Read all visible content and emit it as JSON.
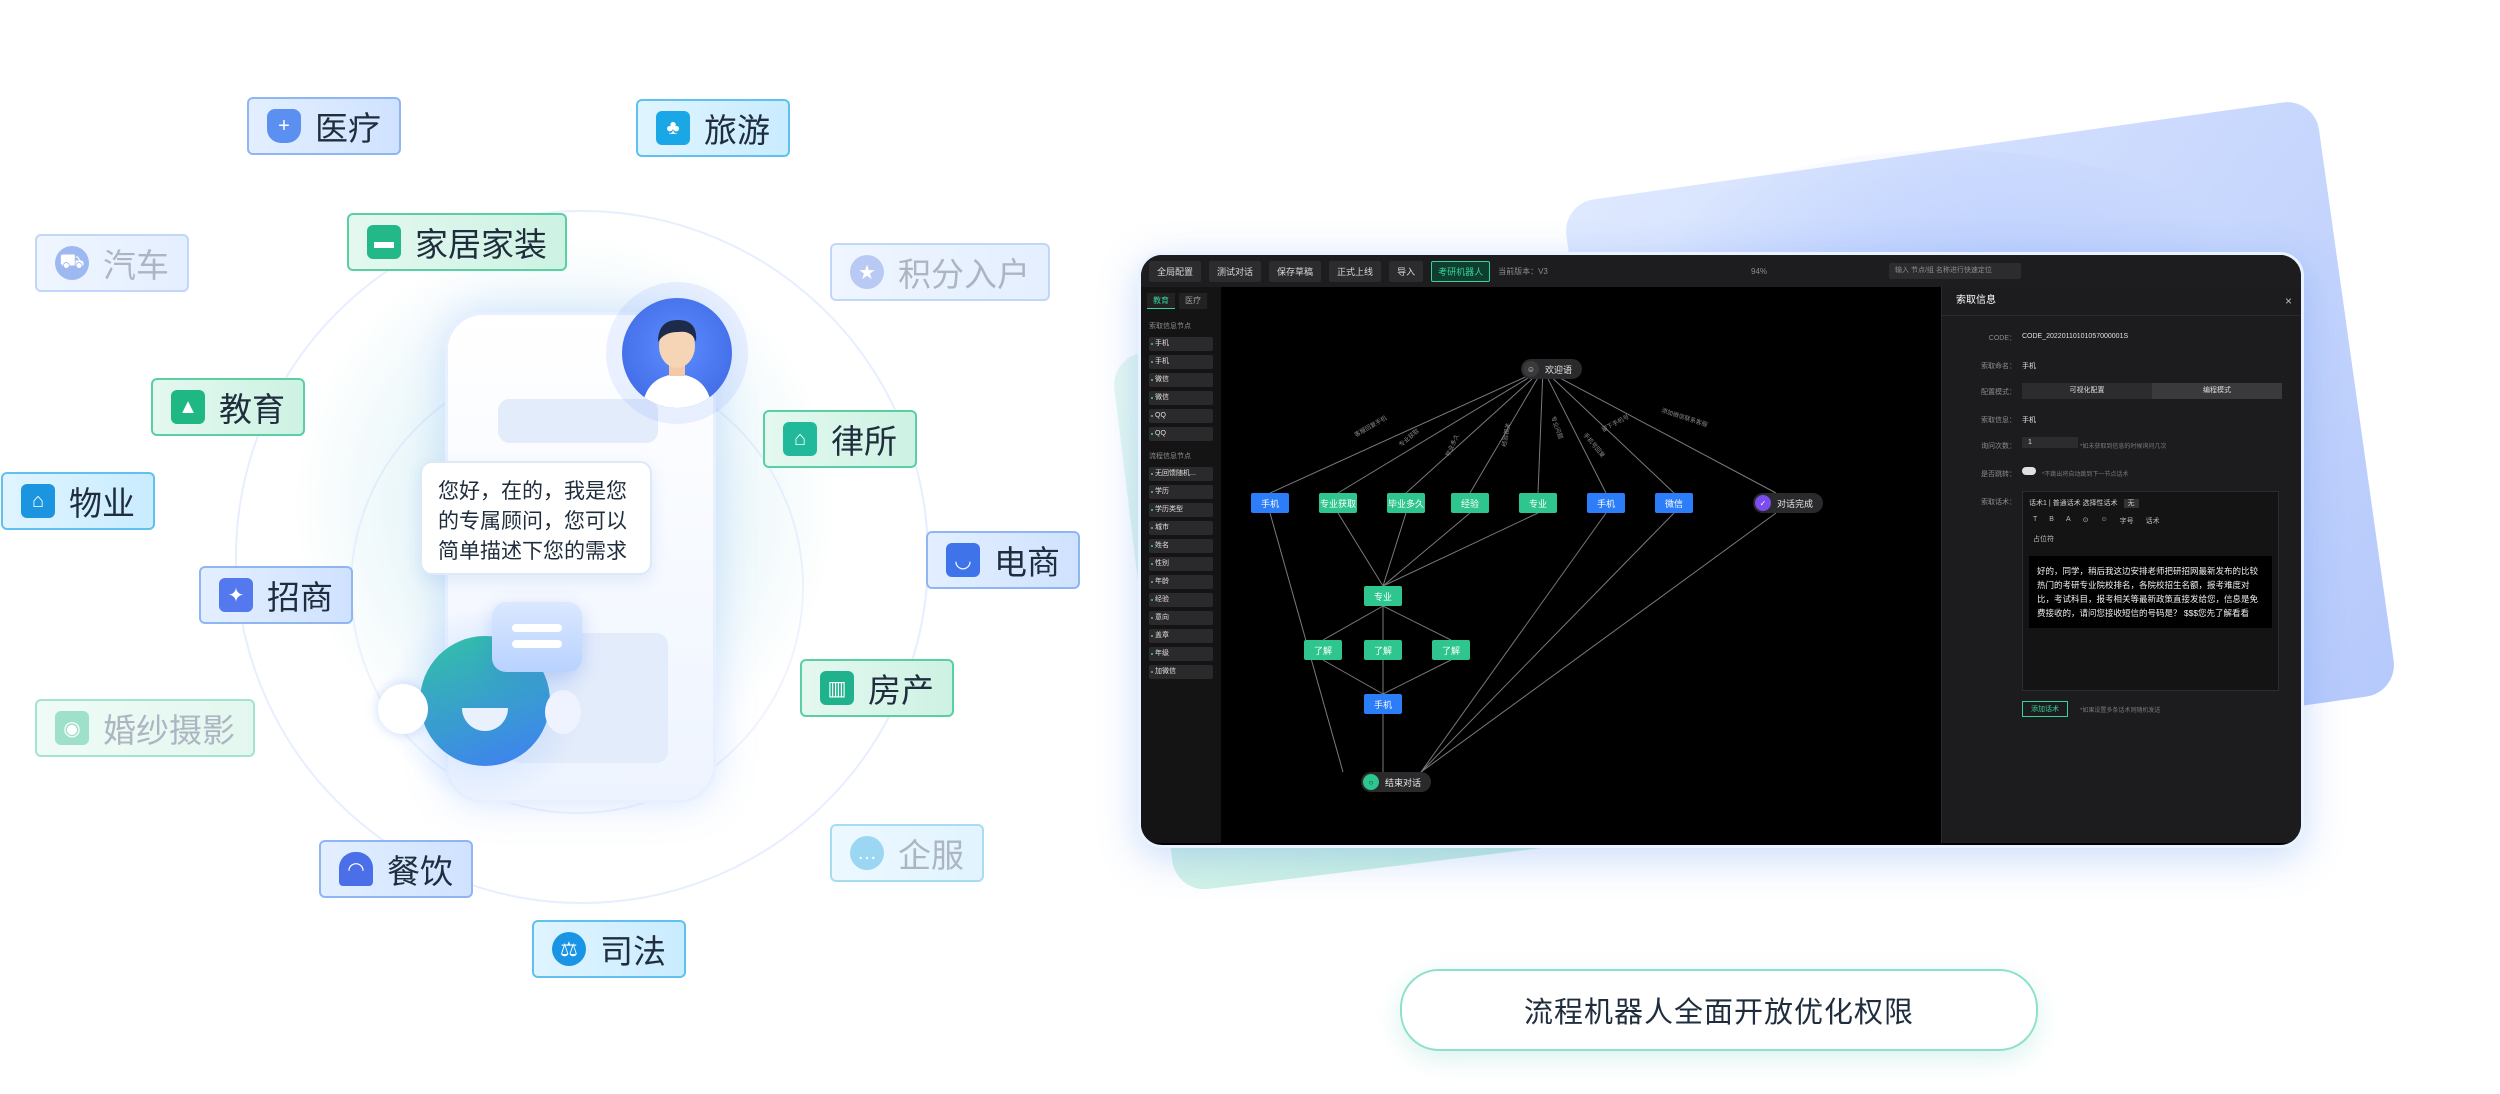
{
  "tags": [
    {
      "id": "medical",
      "label": "医疗",
      "icon": "shield-plus-icon"
    },
    {
      "id": "travel",
      "label": "旅游",
      "icon": "palm-tree-icon"
    },
    {
      "id": "auto",
      "label": "汽车",
      "icon": "car-icon"
    },
    {
      "id": "home_deco",
      "label": "家居家装",
      "icon": "sofa-icon"
    },
    {
      "id": "points",
      "label": "积分入户",
      "icon": "star-icon"
    },
    {
      "id": "education",
      "label": "教育",
      "icon": "graduation-cap-icon"
    },
    {
      "id": "law_firm",
      "label": "律所",
      "icon": "courthouse-icon"
    },
    {
      "id": "property",
      "label": "物业",
      "icon": "house-icon"
    },
    {
      "id": "ecommerce",
      "label": "电商",
      "icon": "shopping-bag-icon"
    },
    {
      "id": "investment",
      "label": "招商",
      "icon": "handshake-icon"
    },
    {
      "id": "real_estate",
      "label": "房产",
      "icon": "building-icon"
    },
    {
      "id": "wedding",
      "label": "婚纱摄影",
      "icon": "camera-icon"
    },
    {
      "id": "enterprise",
      "label": "企服",
      "icon": "chat-icon"
    },
    {
      "id": "catering",
      "label": "餐饮",
      "icon": "cloche-icon"
    },
    {
      "id": "judicial",
      "label": "司法",
      "icon": "gavel-icon"
    }
  ],
  "bubble": {
    "text": "您好，在的，我是您的专属顾问，您可以简单描述下您的需求"
  },
  "caption": "流程机器人全面开放优化权限",
  "app": {
    "toolbar": {
      "buttons": [
        "全局配置",
        "测试对话",
        "保存草稿",
        "正式上线",
        "导入"
      ],
      "robot_name": "考研机器人",
      "version_label": "当前版本：V3",
      "zoom": "94%",
      "search_placeholder": "输入 节点/组 名称进行快速定位"
    },
    "left_panel": {
      "tabs": [
        "教育",
        "医疗"
      ],
      "section1": "索取信息节点",
      "section1_items": [
        "手机",
        "手机",
        "微信",
        "微信",
        "QQ",
        "QQ"
      ],
      "section2": "流程信息节点",
      "section2_items": [
        "无回馈随机...",
        "学历",
        "学历类型",
        "城市",
        "姓名",
        "性别",
        "年龄",
        "经验",
        "意向",
        "盖章",
        "年级",
        "加微信"
      ]
    },
    "flow": {
      "start": "欢迎语",
      "end": "结束对话",
      "done": "对话完成",
      "row1": [
        "手机",
        "专业获取",
        "毕业多久",
        "经验",
        "专业",
        "手机",
        "微信"
      ],
      "mid": "专业",
      "row3": [
        "了解",
        "了解",
        "了解"
      ],
      "bottom": "手机",
      "edge_labels": [
        "客服回复手机",
        "专业获取",
        "毕业多久",
        "经验相关",
        "专业问题",
        "手机号回复",
        "留下手机号",
        "添加微信联系客服"
      ]
    },
    "right_panel": {
      "title": "索取信息",
      "code_label": "CODE：",
      "code_value": "CODE_20220110101057000001S",
      "name_label": "索取命名：",
      "name_value": "手机",
      "mode_label": "配置模式：",
      "mode_options": [
        "可视化配置",
        "编程模式"
      ],
      "info_label": "索取信息：",
      "info_value": "手机",
      "ask_label": "询问次数：",
      "ask_value": "1",
      "ask_hint": "*如未获取到信息的时候询问几次",
      "skip_label": "是否跳转：",
      "skip_hint": "*不跳出将自动跳到下一节点话术",
      "script_label": "索取话术：",
      "script_tabs": "话术1 | 普通话术 选择性话术",
      "script_badge": "无",
      "toolbar_items": [
        "T",
        "B",
        "A",
        "⊙",
        "☺",
        "字号",
        "话术"
      ],
      "placeholder_label": "占位符",
      "script_text": "好的，同学，稍后我这边安排老师把研招网最新发布的比较热门的考研专业院校排名，各院校招生名额，报考难度对比，考试科目，报考相关等最新政策直接发给您，信息是免费接收的，请问您接收短信的号码是？ $$$您先了解看看",
      "add_button": "添加话术",
      "add_hint": "*如果设置多条话术则随机发送"
    }
  }
}
